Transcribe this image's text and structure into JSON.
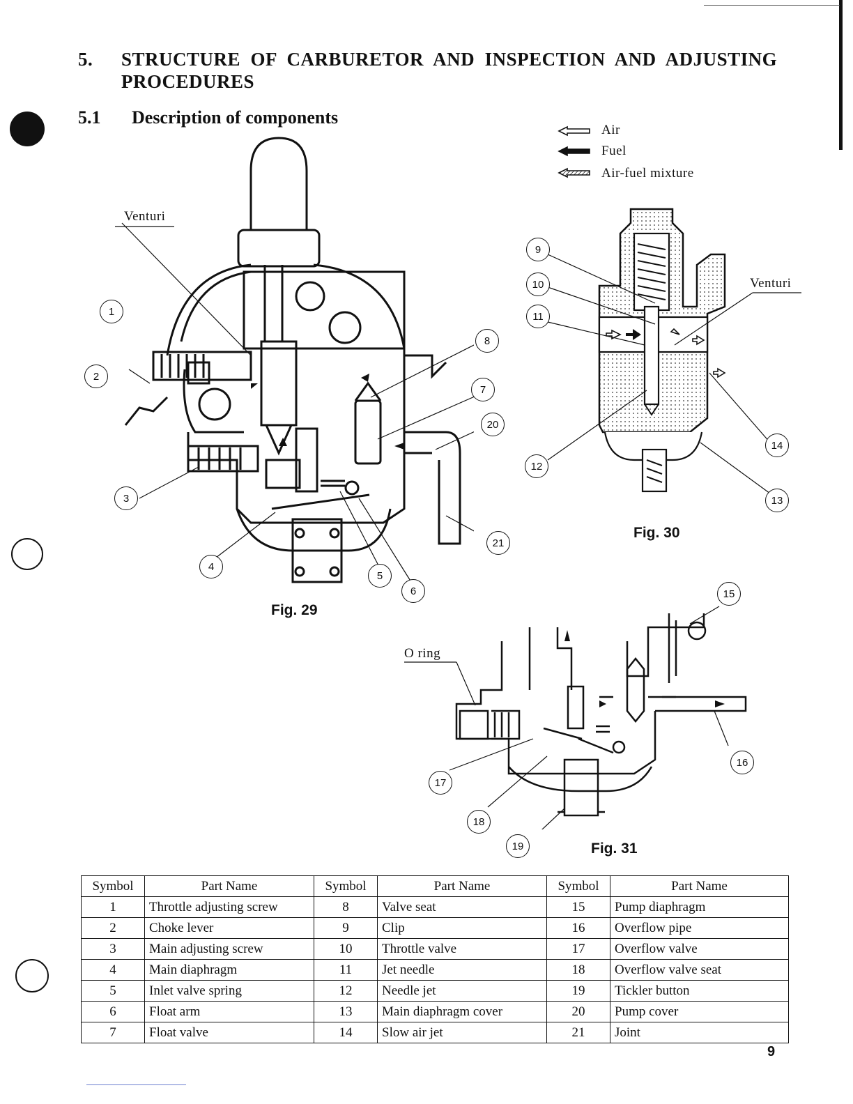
{
  "heading": {
    "section_number": "5.",
    "section_title_line1": "STRUCTURE  OF  CARBURETOR  AND  INSPECTION  AND  ADJUSTING",
    "section_title_line2": "PROCEDURES",
    "subsection_number": "5.1",
    "subsection_title": "Description of components"
  },
  "legend": {
    "items": [
      {
        "label": "Air"
      },
      {
        "label": "Fuel"
      },
      {
        "label": "Air-fuel mixture"
      }
    ]
  },
  "figures": {
    "fig29": {
      "caption": "Fig. 29",
      "label_venturi": "Venturi",
      "callouts": [
        "1",
        "2",
        "3",
        "4",
        "5",
        "6",
        "7",
        "8",
        "20",
        "21"
      ]
    },
    "fig30": {
      "caption": "Fig. 30",
      "label_venturi": "Venturi",
      "callouts": [
        "9",
        "10",
        "11",
        "12",
        "13",
        "14"
      ]
    },
    "fig31": {
      "caption": "Fig. 31",
      "label_oring": "O ring",
      "callouts": [
        "15",
        "16",
        "17",
        "18",
        "19"
      ]
    }
  },
  "table": {
    "headers": [
      "Symbol",
      "Part Name",
      "Symbol",
      "Part Name",
      "Symbol",
      "Part Name"
    ],
    "rows": [
      [
        "1",
        "Throttle adjusting screw",
        "8",
        "Valve seat",
        "15",
        "Pump diaphragm"
      ],
      [
        "2",
        "Choke lever",
        "9",
        "Clip",
        "16",
        "Overflow pipe"
      ],
      [
        "3",
        "Main adjusting screw",
        "10",
        "Throttle valve",
        "17",
        "Overflow valve"
      ],
      [
        "4",
        "Main diaphragm",
        "11",
        "Jet needle",
        "18",
        "Overflow valve seat"
      ],
      [
        "5",
        "Inlet valve spring",
        "12",
        "Needle jet",
        "19",
        "Tickler button"
      ],
      [
        "6",
        "Float arm",
        "13",
        "Main diaphragm cover",
        "20",
        "Pump cover"
      ],
      [
        "7",
        "Float valve",
        "14",
        "Slow air jet",
        "21",
        "Joint"
      ]
    ]
  },
  "page_number": "9"
}
